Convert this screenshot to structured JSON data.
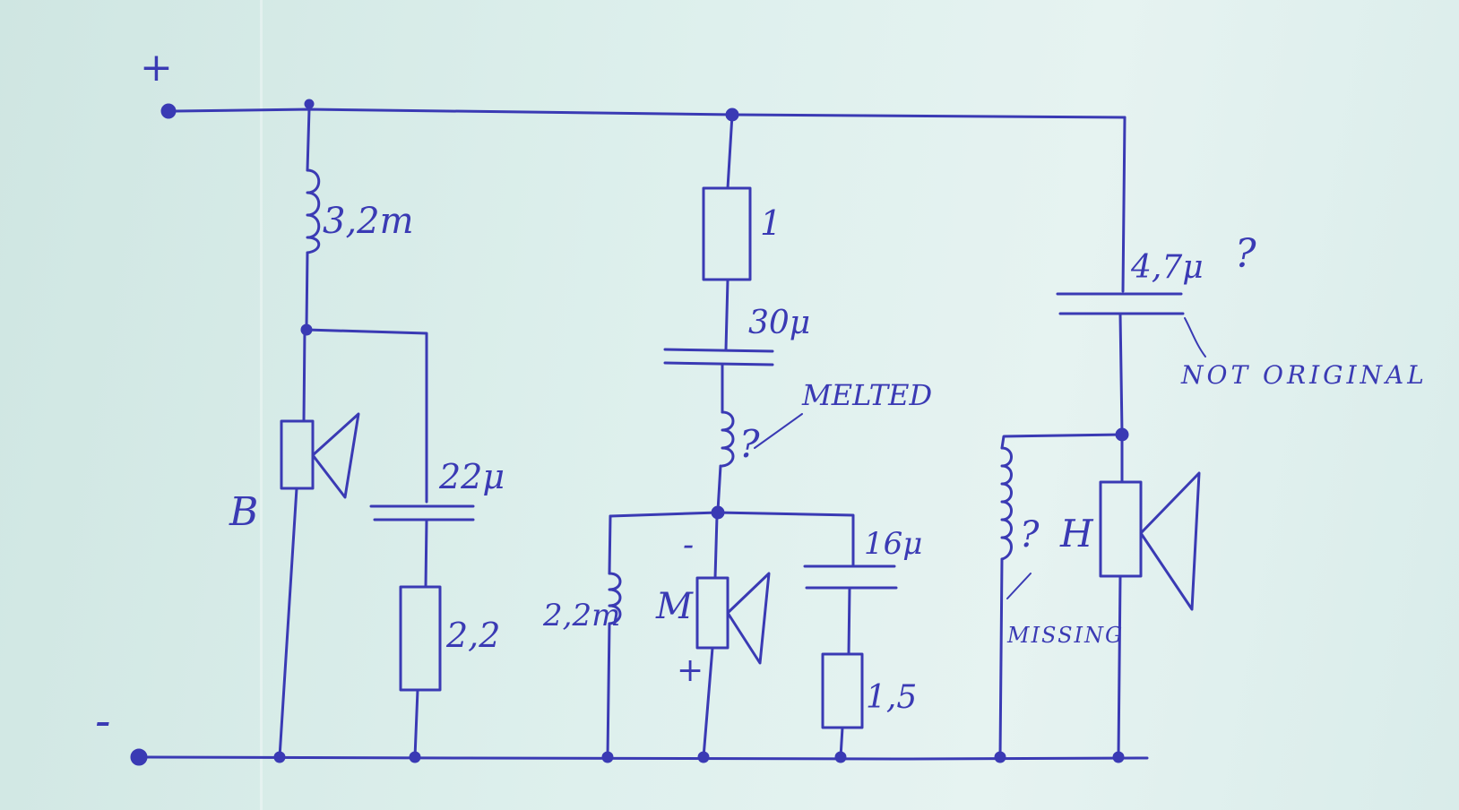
{
  "terminals": {
    "positive": "+",
    "negative": "-"
  },
  "bass": {
    "name": "B",
    "inductor": "3,2m",
    "capacitor": "22μ",
    "resistor": "2,2"
  },
  "mid": {
    "name": "M",
    "resistor": "1",
    "capacitor": "30μ",
    "inductor": "?",
    "inductor_note": "MELTED",
    "shunt_inductor": "2,2m",
    "shunt_capacitor": "16μ",
    "shunt_resistor": "1,5",
    "polarity_top": "-",
    "polarity_bottom": "+"
  },
  "tweeter": {
    "name": "H",
    "capacitor": "4,7μ",
    "capacitor_query": "?",
    "capacitor_note": "NOT ORIGINAL",
    "inductor": "?",
    "inductor_note": "MISSING"
  },
  "colors": {
    "ink": "#3a3ab4",
    "paper": "#def0ed"
  }
}
